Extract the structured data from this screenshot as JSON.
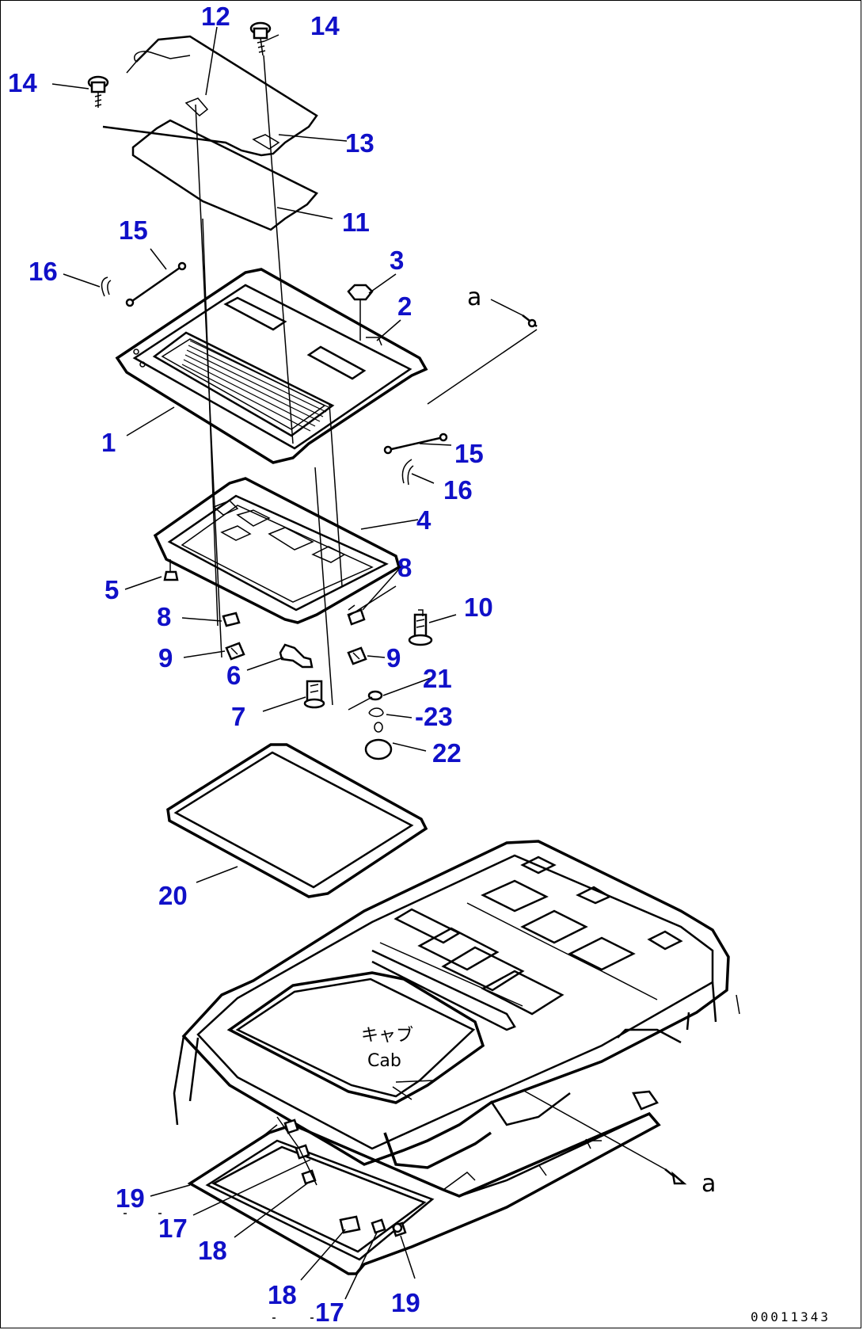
{
  "diagram": {
    "callouts": {
      "c1": "1",
      "c2": "2",
      "c3": "3",
      "c4": "4",
      "c5": "5",
      "c6": "6",
      "c7": "7",
      "c8a": "8",
      "c8b": "8",
      "c9a": "9",
      "c9b": "9",
      "c10": "10",
      "c11": "11",
      "c12": "12",
      "c13": "13",
      "c14a": "14",
      "c14b": "14",
      "c15a": "15",
      "c15b": "15",
      "c16a": "16",
      "c16b": "16",
      "c17a": "17",
      "c17b": "17",
      "c18a": "18",
      "c18b": "18",
      "c19a": "19",
      "c19b": "19",
      "c20": "20",
      "c21": "21",
      "c22": "22",
      "c23": "-23"
    },
    "ref_mark_top": "a",
    "ref_mark_bottom": "a",
    "cab_label_jp": "キャブ",
    "cab_label_en": "Cab",
    "drawing_number": "00011343"
  },
  "colors": {
    "callout": "#1010c8",
    "line": "#000000",
    "background": "#ffffff"
  }
}
